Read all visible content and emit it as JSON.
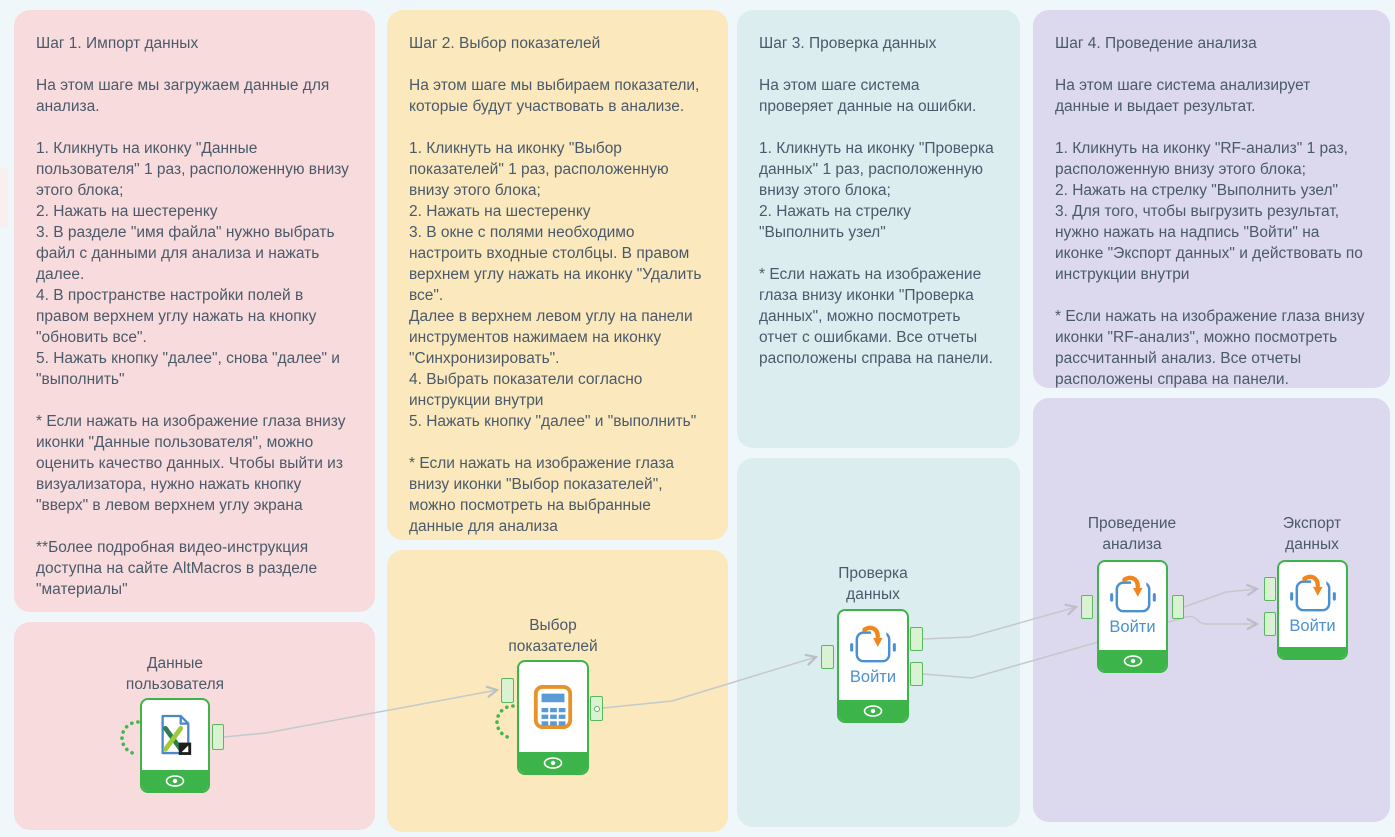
{
  "panels": [
    {
      "title": "Шаг 1. Импорт данных",
      "paragraphs": [
        "На этом шаге мы загружаем данные для анализа.",
        "1. Кликнуть на иконку \"Данные пользователя\" 1 раз, расположенную внизу этого блока;\n2. Нажать на шестеренку\n3. В разделе \"имя файла\" нужно выбрать файл с данными для анализа и нажать далее.\n4. В пространстве настройки полей в правом верхнем углу нажать на кнопку \"обновить все\".\n5. Нажать кнопку \"далее\", снова \"далее\" и \"выполнить\"",
        "* Если нажать на изображение глаза внизу иконки \"Данные пользователя\", можно оценить качество данных. Чтобы выйти из визуализатора, нужно нажать кнопку \"вверх\" в левом верхнем углу экрана",
        "**Более подробная видео-инструкция доступна на сайте AltMacros в разделе \"материалы\""
      ]
    },
    {
      "title": "Шаг 2. Выбор показателей",
      "paragraphs": [
        "На этом шаге мы выбираем показатели, которые будут участвовать в анализе.",
        "1. Кликнуть на иконку \"Выбор показателей\" 1 раз, расположенную внизу этого блока;\n2. Нажать на шестеренку\n3. В окне с полями необходимо настроить входные столбцы.  В правом верхнем углу нажать на иконку \"Удалить все\".\nДалее в верхнем левом углу на панели инструментов нажимаем на иконку \"Синхронизировать\".\n4. Выбрать показатели согласно инструкции внутри\n5. Нажать кнопку \"далее\" и \"выполнить\"",
        "* Если нажать на изображение глаза внизу иконки \"Выбор показателей\", можно посмотреть на выбранные данные для анализа"
      ]
    },
    {
      "title": "Шаг 3. Проверка данных",
      "paragraphs": [
        "На этом шаге система проверяет данные на ошибки.",
        "1. Кликнуть на иконку \"Проверка данных\" 1 раз, расположенную внизу этого блока;\n2. Нажать на стрелку \"Выполнить узел\"",
        "* Если нажать на изображение глаза внизу иконки \"Проверка данных\",  можно посмотреть отчет с ошибками. Все отчеты расположены справа на панели."
      ]
    },
    {
      "title": "Шаг 4. Проведение анализа",
      "paragraphs": [
        "На этом шаге система анализирует данные и выдает результат.",
        "1. Кликнуть на иконку \"RF-анализ\" 1 раз, расположенную внизу этого блока;\n2. Нажать на стрелку \"Выполнить узел\"\n3. Для того, чтобы выгрузить результат, нужно нажать на надпись \"Войти\" на иконке \"Экспорт данных\" и действовать по инструкции внутри",
        "* Если нажать на изображение глаза внизу иконки \"RF-анализ\",  можно посмотреть рассчитанный анализ. Все отчеты расположены справа на панели."
      ]
    }
  ],
  "nodes": [
    {
      "label": "Данные\nпользователя",
      "icon": "excel-file-icon"
    },
    {
      "label": "Выбор\nпоказателей",
      "icon": "calculator-icon"
    },
    {
      "label": "Проверка\nданных",
      "action": "Войти",
      "icon": "submacro-icon"
    },
    {
      "label": "Проведение\nанализа",
      "action": "Войти",
      "icon": "submacro-icon"
    },
    {
      "label": "Экспорт\nданных",
      "action": "Войти",
      "icon": "submacro-icon"
    }
  ],
  "colors": {
    "page_background": "#f0f7fa",
    "panel_pink": "#f8dbdc",
    "panel_yellow": "#fbe8bc",
    "panel_cyan": "#dcedf0",
    "panel_lavender": "#dcd8ee",
    "text": "#4a5a6a",
    "node_green": "#3cb44a",
    "port_fill": "#d9f3d2",
    "port_border": "#57b85c",
    "wire_gray": "#c4c9cc",
    "action_blue": "#4a90d2",
    "icon_orange": "#f0861e"
  }
}
